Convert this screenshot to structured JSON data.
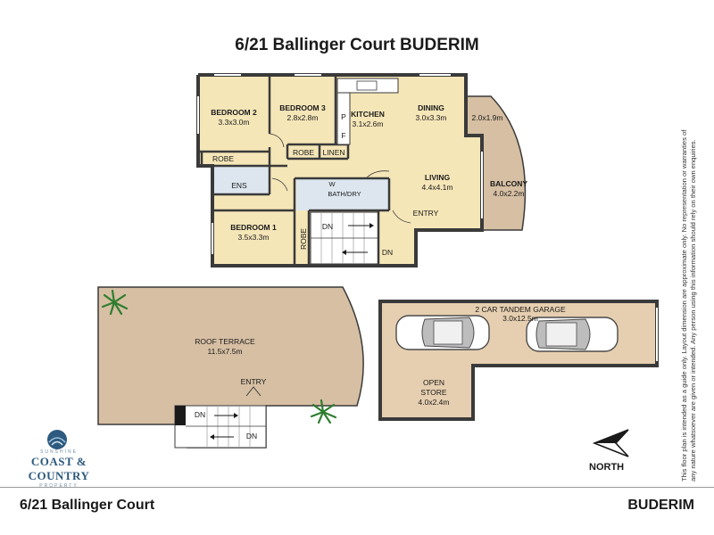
{
  "title": "6/21 Ballinger Court BUDERIM",
  "footer": {
    "address": "6/21 Ballinger Court",
    "suburb": "BUDERIM"
  },
  "disclaimer": "This floor plan is intended as a guide only. Layout dimension are approximate only. No representation or warranties of any nature whatsoever are given or intended. Any person using this information should rely on their own enquiries.",
  "logo": {
    "top": "SUNSHINE",
    "main": "COAST & COUNTRY",
    "sub": "PROPERTY"
  },
  "north": "NORTH",
  "rooms": {
    "bedroom2": {
      "name": "BEDROOM 2",
      "size": "3.3x3.0m"
    },
    "bedroom3": {
      "name": "BEDROOM 3",
      "size": "2.8x2.8m"
    },
    "kitchen": {
      "name": "KITCHEN",
      "size": "3.1x2.6m"
    },
    "dining": {
      "name": "DINING",
      "size": "3.0x3.3m"
    },
    "balcony_small": {
      "size": "2.0x1.9m"
    },
    "balcony": {
      "name": "BALCONY",
      "size": "4.0x2.2m"
    },
    "living": {
      "name": "LIVING",
      "size": "4.4x4.1m"
    },
    "bedroom1": {
      "name": "BEDROOM 1",
      "size": "3.5x3.3m"
    },
    "roof_terrace": {
      "name": "ROOF TERRACE",
      "size": "11.5x7.5m"
    },
    "garage": {
      "name": "2 CAR TANDEM GARAGE",
      "size": "3.0x12.5m"
    },
    "store": {
      "name": "OPEN",
      "name2": "STORE",
      "size": "4.0x2.4m"
    }
  },
  "labels": {
    "robe": "ROBE",
    "linen": "LINEN",
    "ens": "ENS",
    "bath_dry": "BATH/DRY",
    "w": "W",
    "p": "P",
    "f": "F",
    "dn": "DN",
    "entry": "ENTRY"
  },
  "colors": {
    "floor": "#f5e6b8",
    "terrace": "#d6bfa3",
    "wall": "#3a3a3a",
    "tile": "#dde6ee",
    "garage": "#e6cfb0"
  }
}
